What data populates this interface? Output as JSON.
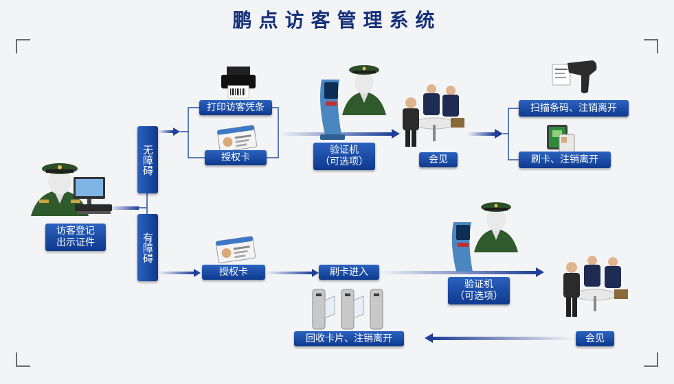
{
  "title": "鹏点访客管理系统",
  "nodes": {
    "register": "访客登记\n出示证件",
    "no_barrier": "无障碍",
    "with_barrier": "有障碍",
    "print_voucher": "打印访客凭条",
    "auth_card_top": "授权卡",
    "verifier_top": "验证机\n（可选项）",
    "meet_top": "会见",
    "scan_exit": "扫描条码、注销离开",
    "swipe_exit": "刷卡、注销离开",
    "auth_card_bottom": "授权卡",
    "swipe_enter": "刷卡进入",
    "verifier_bottom": "验证机\n（可选项）",
    "meet_bottom": "会见",
    "return_card": "回收卡片、注销离开"
  },
  "icons": {
    "guard": "guard-icon",
    "computer": "computer-icon",
    "printer": "printer-icon",
    "id_card": "id-card-icon",
    "verifier": "verification-kiosk-icon",
    "meeting": "meeting-people-icon",
    "scanner": "barcode-scanner-icon",
    "card_reader": "card-reader-icon",
    "turnstile": "turnstile-gate-icon"
  },
  "colors": {
    "box": "#1a4aa3",
    "title": "#14307a",
    "arrow": "#1f3f9a",
    "bracket": "#6a6a6a"
  }
}
